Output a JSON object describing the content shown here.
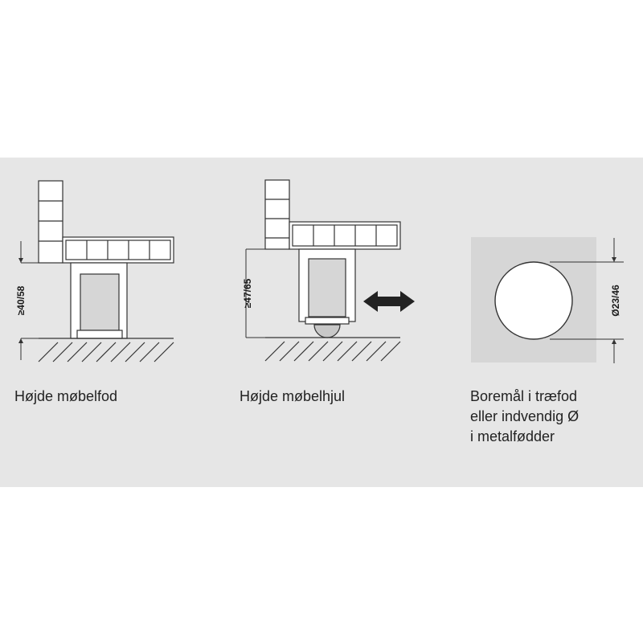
{
  "colors": {
    "band": "#e6e6e6",
    "line": "#333333",
    "bore_square": "#d6d6d6",
    "arrow": "#222222"
  },
  "panels": [
    {
      "name": "furniture-foot",
      "dimension": "≥40/58",
      "caption": [
        "Højde møbelfod"
      ]
    },
    {
      "name": "furniture-wheel",
      "dimension": "≥47/65",
      "caption": [
        "Højde møbelhjul"
      ]
    },
    {
      "name": "bore-size",
      "dimension": "Ø23/46",
      "caption": [
        "Boremål i træfod",
        "eller indvendig Ø",
        "i metalfødder"
      ]
    }
  ]
}
